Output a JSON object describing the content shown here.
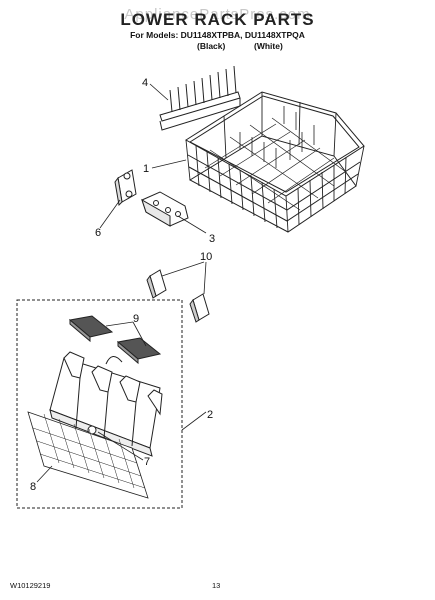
{
  "watermark": "AppliancePartsPros.com",
  "title": "LOWER RACK PARTS",
  "subtitle": "For Models: DU1148XTPBA, DU1148XTPQA",
  "variants": [
    "(Black)",
    "(White)"
  ],
  "callouts": {
    "c1": "1",
    "c2": "2",
    "c3": "3",
    "c4": "4",
    "c6": "6",
    "c7": "7",
    "c8": "8",
    "c9": "9",
    "c10": "10"
  },
  "footer": {
    "doc_number": "W10129219",
    "page_number": "13"
  }
}
